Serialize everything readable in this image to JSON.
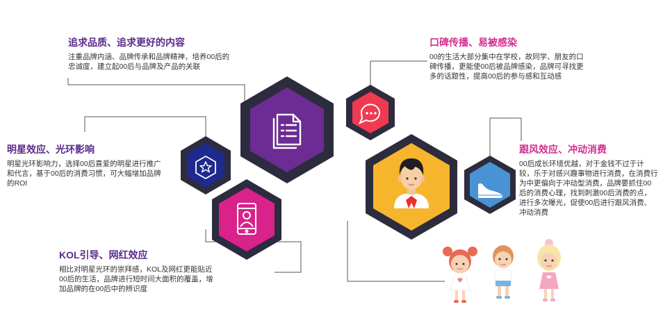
{
  "colors": {
    "hex_outer": "#2c2c3e",
    "purple": "#6c2c93",
    "red": "#ef3a51",
    "navy": "#1f2a8f",
    "magenta": "#d9228a",
    "orange": "#f6b52c",
    "lightblue": "#4a92d6",
    "title_purple": "#5a2a8a",
    "title_magenta": "#d12f8f",
    "line": "#555555"
  },
  "blocks": {
    "quality": {
      "title": "追求品质、追求更好的内容",
      "body": "注重品牌内涵、品牌传承和品牌精神，培养00后的忠诚度，建立起00后与品牌及产品的关联"
    },
    "word_of_mouth": {
      "title": "口碑传播、易被感染",
      "body": "00的生活大部分集中在学校，故同学、朋友的口碑传播，更能使00后被品牌感染，品牌可寻找更多的话题性，提高00后的参与感和互动感"
    },
    "star": {
      "title": "明星效应、光环影响",
      "body": "明星光环影响力，选择00后喜爱的明星进行推广和代言，基于00后的消费习惯，可大幅增加品牌的ROI"
    },
    "impulse": {
      "title": "跟风效应、冲动消费",
      "body": "00后成长环境优越，对于金钱不过于计较，乐于对感兴趣事物进行消费，在消费行为中更偏向于冲动型消费，品牌要抓住00后的消费心理，找到刺激00后消费的点，进行多次曝光，促使00后进行跟风消费、冲动消费"
    },
    "kol": {
      "title": "KOL引导、网红效应",
      "body": "相比对明星光环的崇拜感，KOL及网红更能贴近00后的生活，品牌进行短时间大面积的覆盖，增加品牌的在00后中的辨识度"
    }
  },
  "icons": [
    "document-icon",
    "chat-bubble-icon",
    "star-icon",
    "smartphone-selfie-icon",
    "boy-avatar-icon",
    "sneaker-icon",
    "kids-illustration"
  ]
}
